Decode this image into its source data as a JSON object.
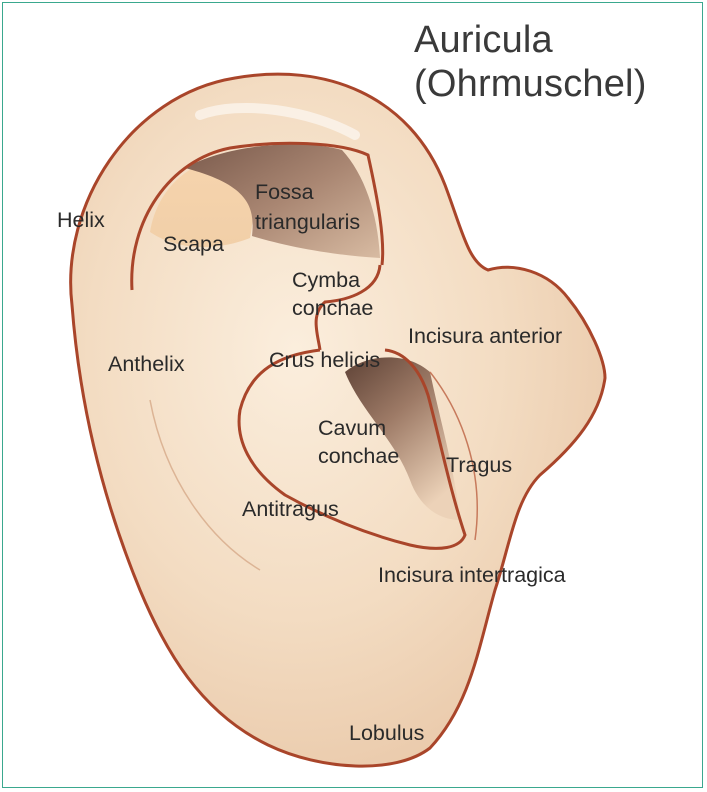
{
  "title": {
    "line1": "Auricula",
    "line2": "(Ohrmuschel)"
  },
  "labels": {
    "helix": "Helix",
    "scapa": "Scapa",
    "fossa_line1": "Fossa",
    "fossa_line2": "triangularis",
    "cymba_line1": "Cymba",
    "cymba_line2": "conchae",
    "incisura_anterior": "Incisura anterior",
    "anthelix": "Anthelix",
    "crus_helicis": "Crus helicis",
    "cavum_line1": "Cavum",
    "cavum_line2": "conchae",
    "tragus": "Tragus",
    "antitragus": "Antitragus",
    "incisura_intertragica": "Incisura intertragica",
    "lobulus": "Lobulus"
  },
  "colors": {
    "frame_border": "#3aa88e",
    "skin": "#f3dcc2",
    "outline": "#a9452a",
    "label_text": "#2a2a2a"
  }
}
